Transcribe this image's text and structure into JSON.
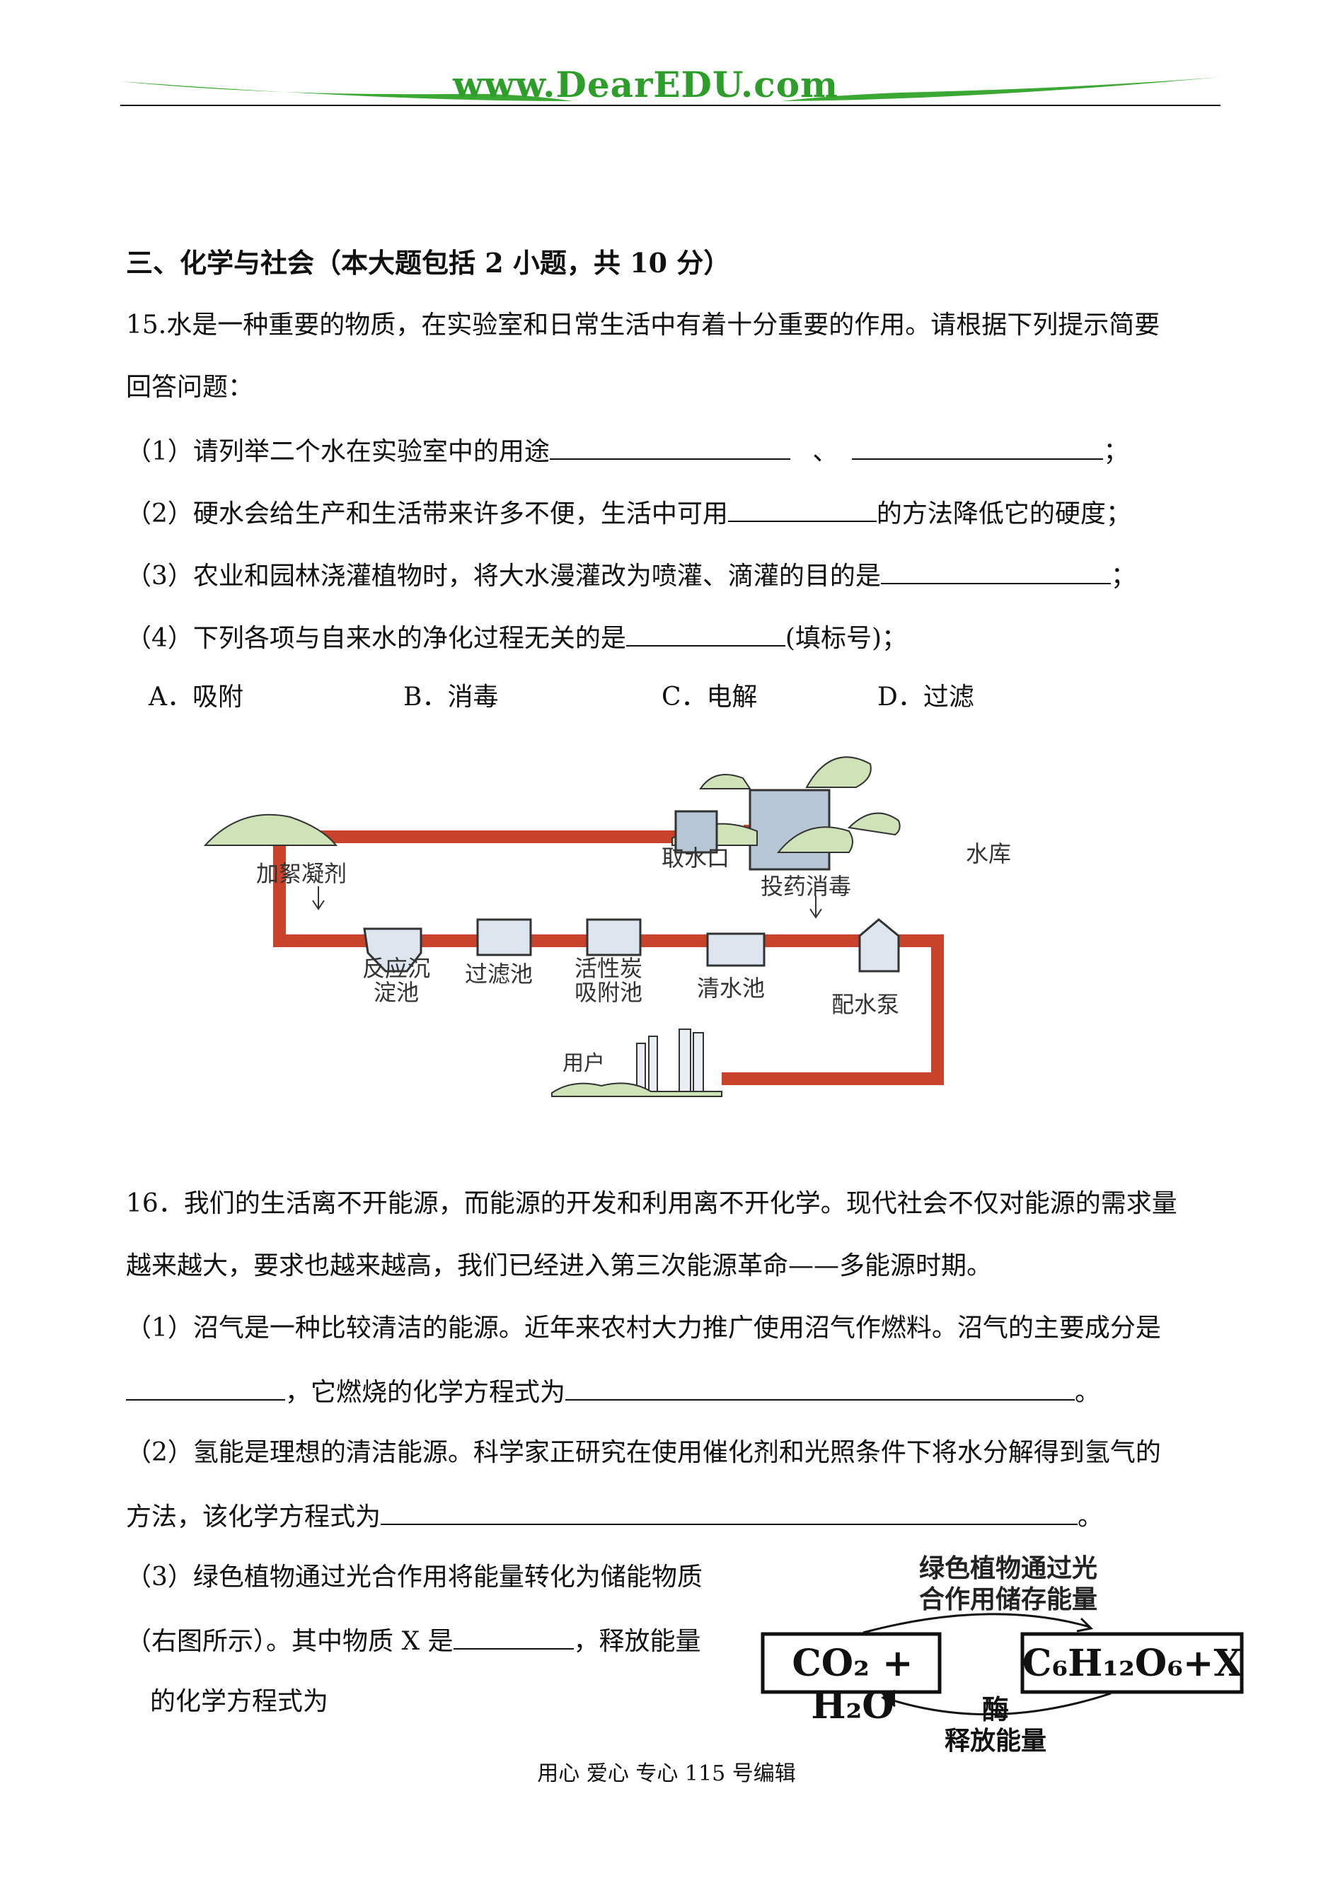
{
  "header": {
    "site": "www.DearEDU.com",
    "green": "#2e9e2a"
  },
  "section": {
    "title": "三、化学与社会（本大题包括 2 小题，共 10 分）"
  },
  "q15": {
    "stem_line1": "15.水是一种重要的物质，在实验室和日常生活中有着十分重要的作用。请根据下列提示简要",
    "stem_line2": "回答问题：",
    "p1_text": "（1）请列举二个水在实验室中的用途",
    "p1_sep": "、",
    "p1_end": "；",
    "p2_text": "（2）硬水会给生产和生活带来许多不便，生活中可用",
    "p2_end": "的方法降低它的硬度；",
    "p3_text": "（3）农业和园林浇灌植物时，将大水漫灌改为喷灌、滴灌的目的是",
    "p3_end": "；",
    "p4_text": "（4）下列各项与自来水的净化过程无关的是",
    "p4_end": "(填标号)；",
    "options": [
      "A．吸附",
      "B．消毒",
      "C．电解",
      "D．过滤"
    ]
  },
  "water_figure": {
    "pipe_color": "#c9432c",
    "labels": {
      "intake": "取水口",
      "reservoir": "水库",
      "coagulant": "加絮凝剂",
      "disinfect": "投药消毒",
      "settle_1": "反应沉",
      "settle_2": "淀池",
      "filter": "过滤池",
      "carbon_1": "活性炭",
      "carbon_2": "吸附池",
      "clear": "清水池",
      "pump": "配水泵",
      "user": "用户"
    }
  },
  "q16": {
    "stem_line1": "16．我们的生活离不开能源，而能源的开发和利用离不开化学。现代社会不仅对能源的需求量",
    "stem_line2": "越来越大，要求也越来越高，我们已经进入第三次能源革命——多能源时期。",
    "p1_line1": "（1）沼气是一种比较清洁的能源。近年来农村大力推广使用沼气作燃料。沼气的主要成分是",
    "p1_mid": "，它燃烧的化学方程式为",
    "p1_end": "。",
    "p2_line1": "（2）氢能是理想的清洁能源。科学家正研究在使用催化剂和光照条件下将水分解得到氢气的",
    "p2_line2": "方法，该化学方程式为",
    "p2_end": "。",
    "p3_line1": "（3）绿色植物通过光合作用将能量转化为储能物质",
    "p3_line2a": "（右图所示）。其中物质 X 是",
    "p3_line2b": "，释放能量",
    "p3_line3": "的化学方程式为"
  },
  "cycle_figure": {
    "top_1": "绿色植物通过光",
    "top_2": "合作用储存能量",
    "left_box": "CO₂ + H₂O",
    "right_box": "C₆H₁₂O₆+X",
    "enzyme": "酶",
    "bottom": "释放能量"
  },
  "footer": {
    "text": "用心 爱心 专心 115 号编辑"
  }
}
